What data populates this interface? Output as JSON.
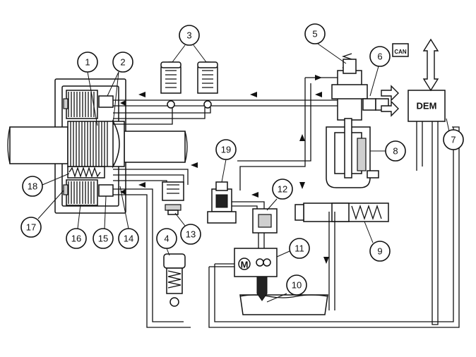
{
  "callouts": [
    "1",
    "2",
    "3",
    "4",
    "5",
    "6",
    "7",
    "8",
    "9",
    "10",
    "11",
    "12",
    "13",
    "14",
    "15",
    "16",
    "17",
    "18",
    "19"
  ],
  "ecu_label": "DEM",
  "can_label": "CAN",
  "motor_label": "M"
}
